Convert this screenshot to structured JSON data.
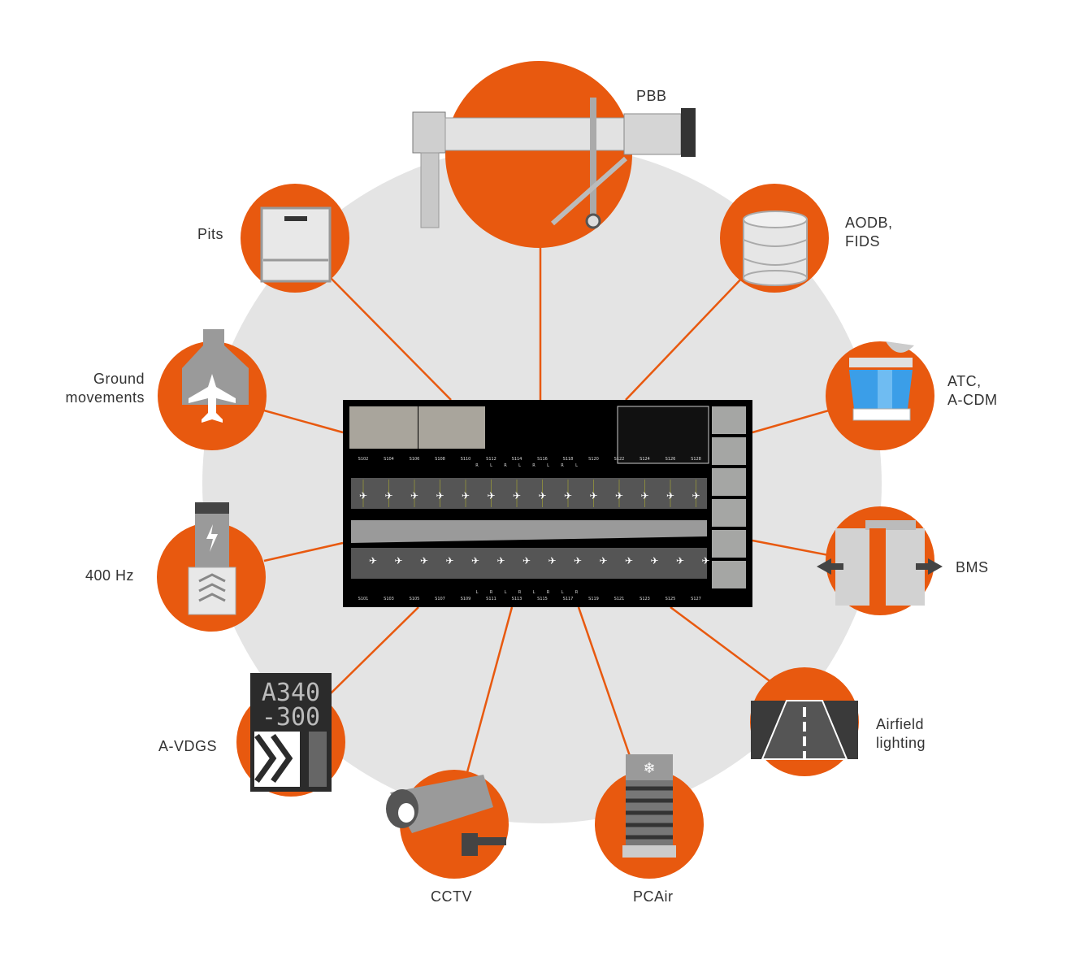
{
  "colors": {
    "accent": "#e8590f",
    "background_circle": "#e4e4e4",
    "screen": "#000000",
    "icon_gray": "#9a9a9a"
  },
  "nodes": {
    "pbb": "PBB",
    "pits": "Pits",
    "aodb": [
      "AODB,",
      "FIDS"
    ],
    "ground": [
      "Ground",
      "movements"
    ],
    "atc": [
      "ATC,",
      "A-CDM"
    ],
    "hz400": "400 Hz",
    "bms": "BMS",
    "avdgs": "A-VDGS",
    "airfield": [
      "Airfield",
      "lighting"
    ],
    "cctv": "CCTV",
    "pcair": "PCAir"
  },
  "vdgs_display": {
    "line1": "A340",
    "line2": "-300"
  },
  "screen": {
    "top_stands": [
      "S102",
      "S104",
      "S106",
      "S108",
      "S110",
      "S112",
      "S114",
      "S116",
      "S118",
      "S120",
      "S122",
      "S124",
      "S126",
      "S128"
    ],
    "bottom_stands": [
      "S101",
      "S103",
      "S105",
      "S107",
      "S109",
      "S111",
      "S113",
      "S115",
      "S117",
      "S119",
      "S121",
      "S123",
      "S125",
      "S127"
    ],
    "top_sides": [
      "R",
      "L",
      "R",
      "L",
      "R",
      "L",
      "R",
      "L"
    ],
    "bottom_sides": [
      "L",
      "R",
      "L",
      "R",
      "L",
      "R",
      "L",
      "R"
    ]
  }
}
